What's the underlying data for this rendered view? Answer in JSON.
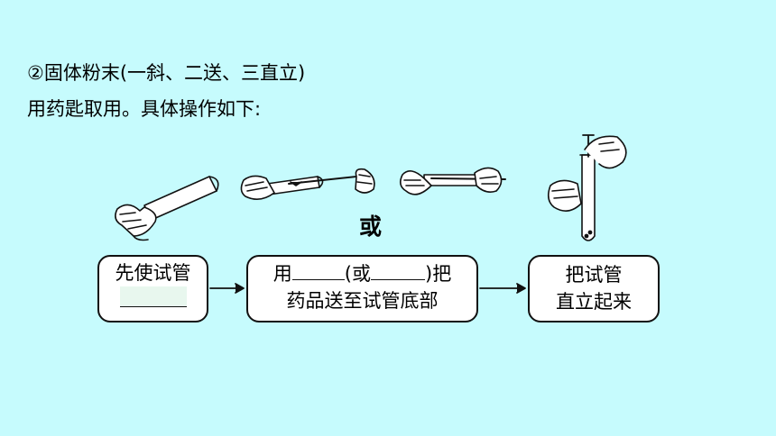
{
  "text": {
    "line1": "②固体粉末(一斜、二送、三直立)",
    "line2": "用药匙取用。具体操作如下:"
  },
  "steps": [
    {
      "line1": "先使试管",
      "line2": ""
    },
    {
      "line1_a": "用",
      "line1_b": "(或",
      "line1_c": ")把",
      "line2": "药品送至试管底部"
    },
    {
      "line1": "把试管",
      "line2": "直立起来"
    }
  ],
  "or_label": "或",
  "colors": {
    "background": "#c6fbfd",
    "box_fill": "#ffffff",
    "stroke": "#111111"
  },
  "illustrations": [
    "hand-tilting-test-tube",
    "hand-inserting-spatula-into-test-tube",
    "hand-inserting-paper-trough-into-test-tube",
    "hand-holding-upright-test-tube"
  ]
}
